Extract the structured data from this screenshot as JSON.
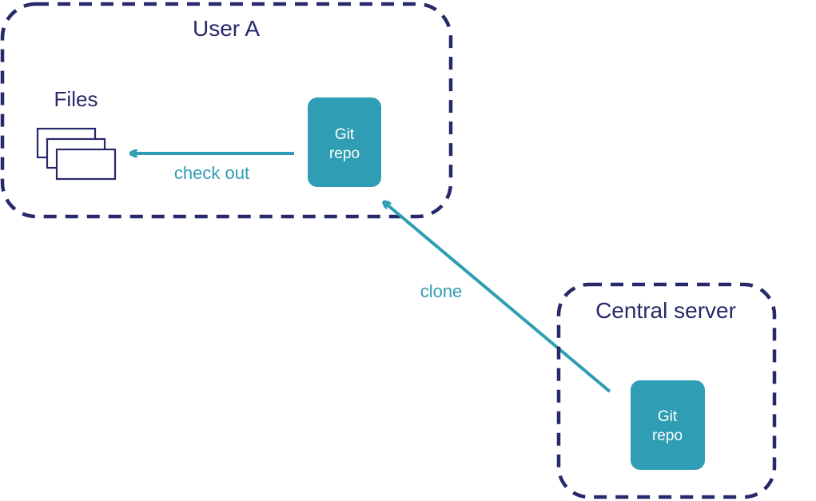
{
  "user_a": {
    "title": "User A",
    "files_label": "Files",
    "repo": {
      "line1": "Git",
      "line2": "repo"
    },
    "checkout_label": "check out"
  },
  "clone_label": "clone",
  "central_server": {
    "title": "Central server",
    "repo": {
      "line1": "Git",
      "line2": "repo"
    }
  },
  "colors": {
    "boundary": "#27296a",
    "accent": "#2f9db3",
    "background": "#ffffff"
  },
  "icons": {
    "files": "files-stack-icon"
  }
}
